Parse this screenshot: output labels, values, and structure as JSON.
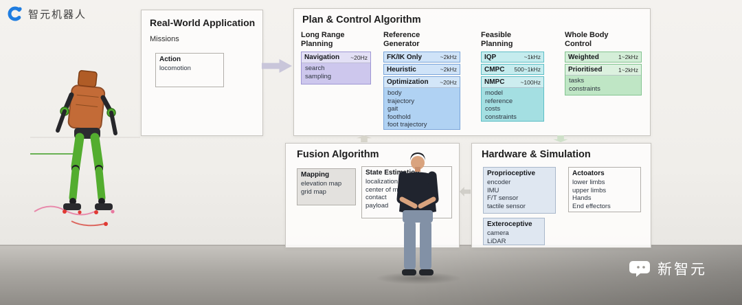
{
  "logo": {
    "text": "智元机器人"
  },
  "watermark": {
    "text": "新智元"
  },
  "colors": {
    "purple": "#cdc7ed",
    "blue": "#b0d2f3",
    "teal": "#a4dfe2",
    "green": "#bfe6c5",
    "panel": "#fcfbfa",
    "brand_blue": "#1f7de0"
  },
  "diagram": {
    "real_world": {
      "title": "Real-World Application",
      "subtitle": "Missions",
      "action": {
        "name": "Action",
        "items": [
          "locomotion"
        ]
      }
    },
    "plan_control": {
      "title": "Plan & Control Algorithm",
      "columns": [
        {
          "label": "Long Range Planning",
          "blocks": [
            {
              "name": "Navigation",
              "rate": "~20Hz",
              "items": [
                "search",
                "sampling"
              ]
            }
          ]
        },
        {
          "label": "Reference Generator",
          "blocks": [
            {
              "name": "FK/IK Only",
              "rate": "~2kHz",
              "items": []
            },
            {
              "name": "Heuristic",
              "rate": "~2kHz",
              "items": []
            },
            {
              "name": "Optimization",
              "rate": "~20Hz",
              "items": [
                "body",
                "trajectory",
                "gait",
                "foothold",
                "foot trajectory"
              ]
            }
          ]
        },
        {
          "label": "Feasible Planning",
          "blocks": [
            {
              "name": "IQP",
              "rate": "~1kHz",
              "items": []
            },
            {
              "name": "CMPC",
              "rate": "500~1kHz",
              "items": []
            },
            {
              "name": "NMPC",
              "rate": "~100Hz",
              "items": [
                "model",
                "reference",
                "costs",
                "constraints"
              ]
            }
          ]
        },
        {
          "label": "Whole Body Control",
          "blocks": [
            {
              "name": "Weighted",
              "rate": "1~2kHz",
              "items": []
            },
            {
              "name": "Prioritised",
              "rate": "1~2kHz",
              "items": [
                "tasks",
                "constraints"
              ]
            }
          ]
        }
      ]
    },
    "fusion": {
      "title": "Fusion Algorithm",
      "blocks": [
        {
          "name": "Mapping",
          "items": [
            "elevation map",
            "grid map"
          ]
        },
        {
          "name": "State Estimation",
          "items": [
            "localization",
            "center of mass",
            "contact",
            "payload"
          ]
        }
      ]
    },
    "hardware": {
      "title": "Hardware & Simulation",
      "blocks": [
        {
          "name": "Proprioceptive",
          "items": [
            "encoder",
            "IMU",
            "F/T sensor",
            "tactile sensor"
          ]
        },
        {
          "name": "Actoators",
          "items": [
            "lower limbs",
            "upper limbs",
            "Hands",
            "End effectors"
          ]
        },
        {
          "name": "Exteroceptive",
          "items": [
            "camera",
            "LiDAR"
          ]
        }
      ]
    }
  }
}
